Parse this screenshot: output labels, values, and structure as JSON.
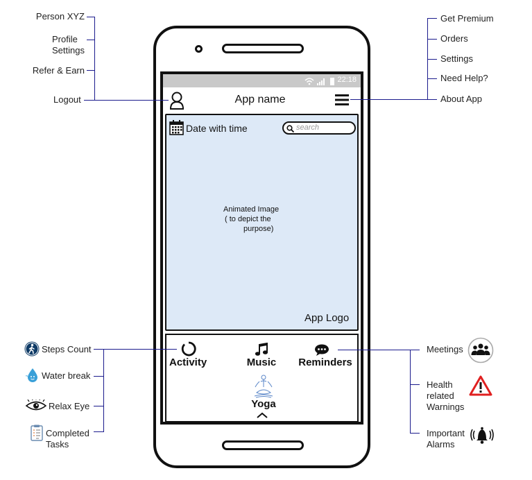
{
  "app": {
    "status_time": "22:18",
    "title": "App name",
    "date_label": "Date with time",
    "search_placeholder": "search",
    "hero_caption_l1": "Animated Image",
    "hero_caption_l2": "( to depict the",
    "hero_caption_l3": "purpose)",
    "app_logo": "App Logo",
    "nav": {
      "activity": "Activity",
      "music": "Music",
      "reminders": "Reminders",
      "yoga": "Yoga"
    }
  },
  "profile_menu": [
    "Person XYZ",
    "Profile",
    "Settings",
    "Refer & Earn",
    "Logout"
  ],
  "hamburger_menu": [
    "Get Premium",
    "Orders",
    "Settings",
    "Need Help?",
    "About App"
  ],
  "activity_menu": [
    "Steps Count",
    "Water break",
    "Relax Eye",
    "Completed",
    "Tasks"
  ],
  "reminder_menu": [
    "Meetings",
    "Health",
    "related",
    "Warnings",
    "Important",
    "Alarms"
  ],
  "colors": {
    "connector": "#1a1a8c",
    "hero_bg": "#dde9f7",
    "status_bar": "#c9c9c9",
    "warning": "#e02020"
  }
}
